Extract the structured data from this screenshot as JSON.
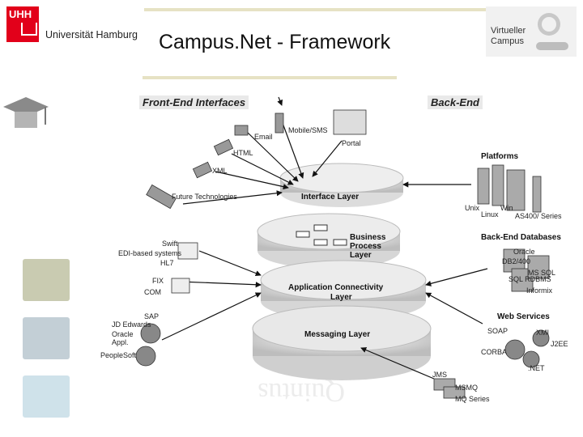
{
  "header": {
    "logo_mark": "UHH",
    "university_name": "Universität Hamburg",
    "title": "Campus.Net - Framework",
    "partner_logo": "Virtueller Campus"
  },
  "colors": {
    "uhh_red": "#e2001a",
    "rule": "#e6e2c4",
    "side_square_1": "#c9cbb1",
    "side_square_2": "#c3cfd6",
    "side_square_3": "#cfe2ea"
  },
  "sections": {
    "front_end": "Front-End Interfaces",
    "back_end": "Back-End"
  },
  "layers": {
    "interface": "Interface Layer",
    "business_line1": "Business",
    "business_line2": "Process",
    "business_line3": "Layer",
    "connectivity_line1": "Application Connectivity",
    "connectivity_line2": "Layer",
    "messaging": "Messaging Layer"
  },
  "front_end_items": {
    "mobile": "Mobile/SMS",
    "portal": "Portal",
    "email": "Email",
    "html": "HTML",
    "xml": "XML",
    "future": "Future Technologies",
    "swift": "Swift",
    "edi": "EDI-based systems",
    "hl7": "HL7",
    "fix": "FIX",
    "com": "COM",
    "sap": "SAP",
    "jdedwards": "JD Edwards",
    "oracle": "Oracle Appl.",
    "peoplesoft": "PeopleSoft"
  },
  "back_end_items": {
    "platforms": "Platforms",
    "unix": "Unix",
    "linux": "Linux",
    "win": "Win",
    "as400": "AS400/ Series",
    "databases": "Back-End Databases",
    "db2": "DB2/400",
    "oracle": "Oracle",
    "mssql": "MS SQL",
    "sql_rdbms": "SQL RDBMS",
    "informix": "Informix",
    "web_services": "Web Services",
    "soap": "SOAP",
    "xmi": "XMI",
    "j2ee": "J2EE",
    "corba": "CORBA",
    "dotnet": ".NET",
    "jms": "JMS",
    "msmq": "MSMQ",
    "mq_series": "MQ Series"
  }
}
